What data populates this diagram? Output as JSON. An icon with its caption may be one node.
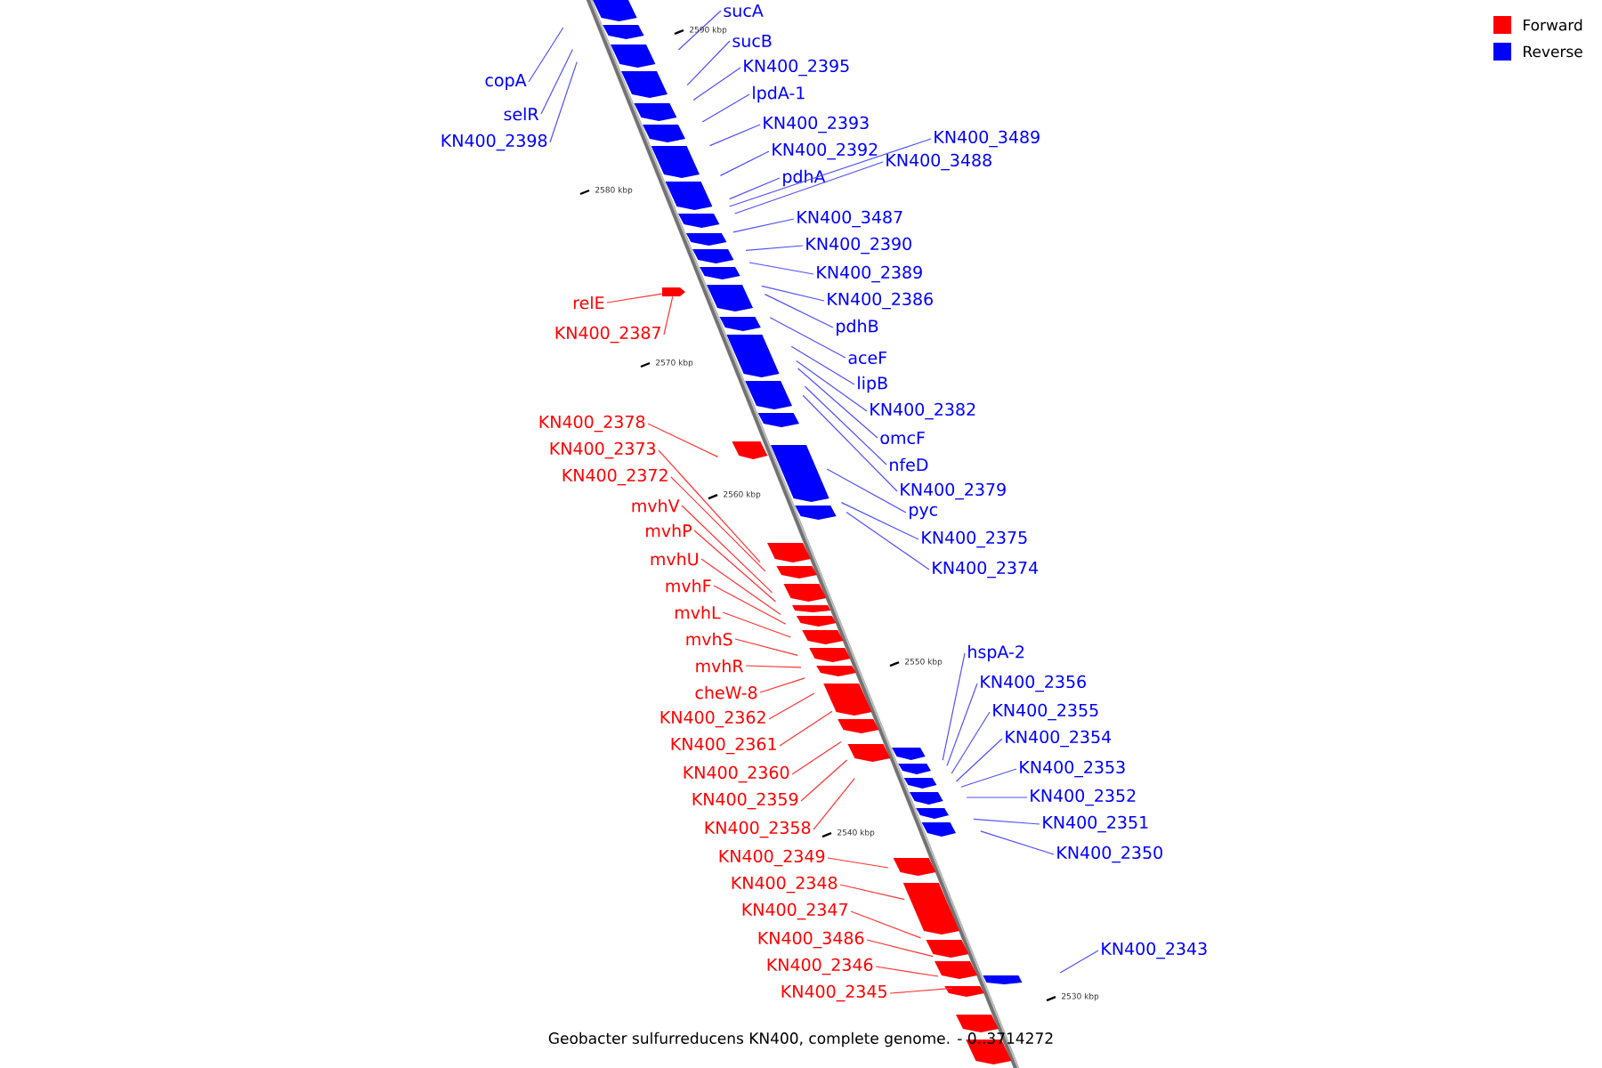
{
  "diagram": {
    "caption": "Geobacter sulfurreducens KN400, complete genome. - 0..3714272",
    "nodes": [
      {
        "text": [
          "sucA"
        ]
      },
      {
        "text": [
          "sucB"
        ]
      },
      {
        "text": [
          "copA"
        ]
      },
      {
        "text": [
          "KN400_2395"
        ]
      },
      {
        "text": [
          "lpdA-1"
        ]
      },
      {
        "text": [
          "selR"
        ]
      },
      {
        "text": [
          "KN400_2393"
        ]
      },
      {
        "text": [
          "KN400_2398"
        ]
      },
      {
        "text": [
          "KN400_3489"
        ]
      },
      {
        "text": [
          "KN400_2392"
        ]
      },
      {
        "text": [
          "KN400_3488"
        ]
      },
      {
        "text": [
          "pdhA"
        ]
      },
      {
        "text": [
          "KN400_3487"
        ]
      },
      {
        "text": [
          "KN400_2390"
        ]
      },
      {
        "text": [
          "KN400_2389"
        ]
      },
      {
        "text": [
          "relE"
        ]
      },
      {
        "text": [
          "KN400_2386"
        ]
      },
      {
        "text": [
          "pdhB"
        ]
      },
      {
        "text": [
          "KN400_2387"
        ]
      },
      {
        "text": [
          "aceF"
        ]
      },
      {
        "text": [
          "lipB"
        ]
      },
      {
        "text": [
          "KN400_2382"
        ]
      },
      {
        "text": [
          "KN400_2378"
        ]
      },
      {
        "text": [
          "omcF"
        ]
      },
      {
        "text": [
          "KN400_2373"
        ]
      },
      {
        "text": [
          "nfeD"
        ]
      },
      {
        "text": [
          "KN400_2372"
        ]
      },
      {
        "text": [
          "KN400_2379"
        ]
      },
      {
        "text": [
          "mvhV"
        ]
      },
      {
        "text": [
          "pyc"
        ]
      },
      {
        "text": [
          "mvhP"
        ]
      },
      {
        "text": [
          "KN400_2375"
        ]
      },
      {
        "text": [
          "mvhU"
        ]
      },
      {
        "text": [
          "KN400_2374"
        ]
      },
      {
        "text": [
          "mvhF"
        ]
      },
      {
        "text": [
          "mvhL"
        ]
      },
      {
        "text": [
          "mvhS"
        ]
      },
      {
        "text": [
          "hspA-2"
        ]
      },
      {
        "text": [
          "mvhR"
        ]
      },
      {
        "text": [
          "KN400_2356"
        ]
      },
      {
        "text": [
          "cheW-8"
        ]
      },
      {
        "text": [
          "KN400_2355"
        ]
      },
      {
        "text": [
          "KN400_2362"
        ]
      },
      {
        "text": [
          "KN400_2354"
        ]
      },
      {
        "text": [
          "KN400_2361"
        ]
      },
      {
        "text": [
          "KN400_2353"
        ]
      },
      {
        "text": [
          "KN400_2360"
        ]
      },
      {
        "text": [
          "KN400_2352"
        ]
      },
      {
        "text": [
          "KN400_2359"
        ]
      },
      {
        "text": [
          "KN400_2351"
        ]
      },
      {
        "text": [
          "KN400_2358"
        ]
      },
      {
        "text": [
          "KN400_2350"
        ]
      },
      {
        "text": [
          "KN400_2349"
        ]
      },
      {
        "text": [
          "KN400_2348"
        ]
      },
      {
        "text": [
          "KN400_2347"
        ]
      },
      {
        "text": [
          "KN400_3486"
        ]
      },
      {
        "text": [
          "KN400_2343"
        ]
      },
      {
        "text": [
          "KN400_2346"
        ]
      },
      {
        "text": [
          "KN400_2345"
        ]
      },
      {
        "text": [],
        "shape": "arrow"
      }
    ],
    "edges": [
      {
        "from": 0,
        "to": null,
        "arrow": "none"
      },
      {
        "from": 1,
        "to": null,
        "arrow": "none"
      },
      {
        "from": 2,
        "to": null,
        "arrow": "none"
      },
      {
        "from": 3,
        "to": null,
        "arrow": "none"
      },
      {
        "from": 4,
        "to": null,
        "arrow": "none"
      },
      {
        "from": 5,
        "to": null,
        "arrow": "none"
      },
      {
        "from": 6,
        "to": null,
        "arrow": "none"
      },
      {
        "from": 7,
        "to": null,
        "arrow": "none"
      },
      {
        "from": 8,
        "to": null,
        "arrow": "none"
      },
      {
        "from": 9,
        "to": null,
        "arrow": "none"
      },
      {
        "from": 10,
        "to": null,
        "arrow": "none"
      },
      {
        "from": 11,
        "to": null,
        "arrow": "none"
      },
      {
        "from": 12,
        "to": null,
        "arrow": "none"
      },
      {
        "from": 13,
        "to": null,
        "arrow": "none"
      },
      {
        "from": 14,
        "to": null,
        "arrow": "none"
      },
      {
        "from": 15,
        "to": 59,
        "arrow": "none",
        "color": "#ff3333"
      },
      {
        "from": 16,
        "to": null,
        "arrow": "none"
      },
      {
        "from": 17,
        "to": null,
        "arrow": "none"
      },
      {
        "from": 18,
        "to": 59,
        "arrow": "none",
        "color": "#ff3333"
      },
      {
        "from": 19,
        "to": null,
        "arrow": "none"
      },
      {
        "from": 20,
        "to": null,
        "arrow": "none"
      },
      {
        "from": 21,
        "to": null,
        "arrow": "none"
      },
      {
        "from": 22,
        "to": null,
        "arrow": "none",
        "color": "#ff3333"
      },
      {
        "from": 23,
        "to": null,
        "arrow": "none"
      },
      {
        "from": 24,
        "to": null,
        "arrow": "none",
        "color": "#ff3333"
      },
      {
        "from": 25,
        "to": null,
        "arrow": "none"
      },
      {
        "from": 26,
        "to": null,
        "arrow": "none",
        "color": "#ff3333"
      },
      {
        "from": 27,
        "to": null,
        "arrow": "none"
      },
      {
        "from": 28,
        "to": null,
        "arrow": "none",
        "color": "#ff3333"
      },
      {
        "from": 29,
        "to": null,
        "arrow": "none"
      },
      {
        "from": 30,
        "to": null,
        "arrow": "none",
        "color": "#ff3333"
      },
      {
        "from": 31,
        "to": null,
        "arrow": "none"
      },
      {
        "from": 32,
        "to": null,
        "arrow": "none",
        "color": "#ff3333"
      },
      {
        "from": 33,
        "to": null,
        "arrow": "none"
      },
      {
        "from": 34,
        "to": null,
        "arrow": "none",
        "color": "#ff3333"
      },
      {
        "from": 35,
        "to": null,
        "arrow": "none",
        "color": "#ff3333"
      },
      {
        "from": 36,
        "to": null,
        "arrow": "none",
        "color": "#ff3333"
      },
      {
        "from": 37,
        "to": null,
        "arrow": "none"
      },
      {
        "from": 38,
        "to": null,
        "arrow": "none",
        "color": "#ff3333"
      },
      {
        "from": 39,
        "to": null,
        "arrow": "none"
      },
      {
        "from": 40,
        "to": null,
        "arrow": "none",
        "color": "#ff3333"
      },
      {
        "from": 41,
        "to": null,
        "arrow": "none"
      },
      {
        "from": 42,
        "to": null,
        "arrow": "none",
        "color": "#ff3333"
      },
      {
        "from": 43,
        "to": null,
        "arrow": "none"
      },
      {
        "from": 44,
        "to": null,
        "arrow": "none",
        "color": "#ff3333"
      },
      {
        "from": 45,
        "to": null,
        "arrow": "none"
      },
      {
        "from": 46,
        "to": null,
        "arrow": "none",
        "color": "#ff3333"
      },
      {
        "from": 47,
        "to": null,
        "arrow": "none"
      },
      {
        "from": 48,
        "to": null,
        "arrow": "none",
        "color": "#ff3333"
      },
      {
        "from": 49,
        "to": null,
        "arrow": "none"
      },
      {
        "from": 50,
        "to": null,
        "arrow": "none",
        "color": "#ff3333"
      },
      {
        "from": 51,
        "to": null,
        "arrow": "none"
      },
      {
        "from": 52,
        "to": null,
        "arrow": "none",
        "color": "#ff3333"
      },
      {
        "from": 53,
        "to": null,
        "arrow": "none",
        "color": "#ff3333"
      },
      {
        "from": 54,
        "to": null,
        "arrow": "none",
        "color": "#ff3333"
      },
      {
        "from": 55,
        "to": null,
        "arrow": "none",
        "color": "#ff3333"
      },
      {
        "from": 56,
        "to": null,
        "arrow": "none"
      },
      {
        "from": 57,
        "to": null,
        "arrow": "none",
        "color": "#ff3333"
      },
      {
        "from": 58,
        "to": null,
        "arrow": "none",
        "color": "#ff3333"
      }
    ],
    "labels": [
      "2590 kbp",
      "2580 kbp",
      "2570 kbp",
      "2560 kbp",
      "2550 kbp",
      "2540 kbp",
      "2530 kbp"
    ],
    "legend": [
      {
        "text": "Forward",
        "color": "#ff0000"
      },
      {
        "text": "Reverse",
        "color": "#0000ff"
      }
    ]
  }
}
